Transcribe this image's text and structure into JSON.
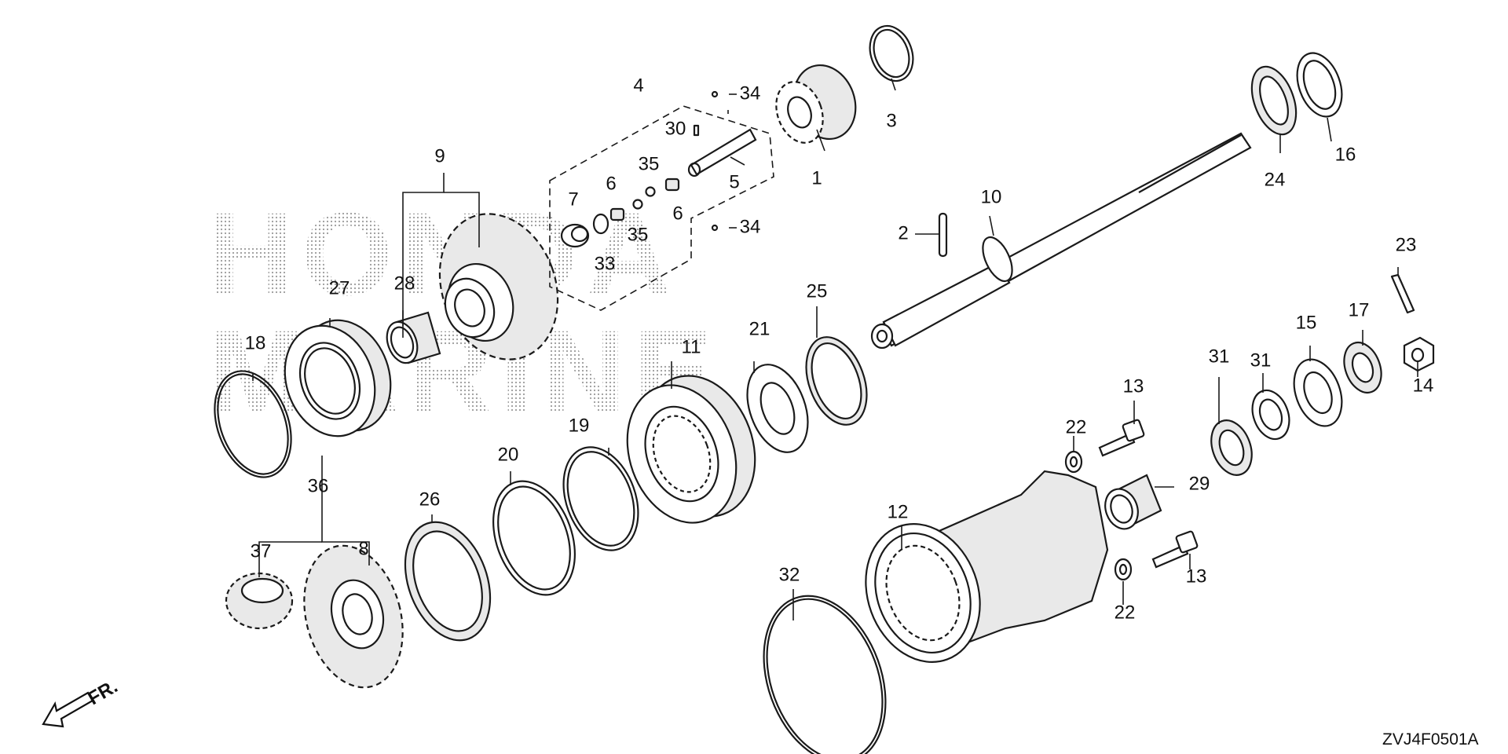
{
  "diagram": {
    "watermark": {
      "line1": "HONDA",
      "line2": "MARINE"
    },
    "front_indicator": {
      "label": "FR.",
      "icon": "arrow-front-icon"
    },
    "drawing_code": "ZVJ4F0501A",
    "callouts": [
      {
        "id": "c1",
        "label": "1"
      },
      {
        "id": "c2",
        "label": "2"
      },
      {
        "id": "c3",
        "label": "3"
      },
      {
        "id": "c4",
        "label": "4"
      },
      {
        "id": "c5",
        "label": "5"
      },
      {
        "id": "c6a",
        "label": "6"
      },
      {
        "id": "c6b",
        "label": "6"
      },
      {
        "id": "c7",
        "label": "7"
      },
      {
        "id": "c8",
        "label": "8"
      },
      {
        "id": "c9",
        "label": "9"
      },
      {
        "id": "c10",
        "label": "10"
      },
      {
        "id": "c11",
        "label": "11"
      },
      {
        "id": "c12",
        "label": "12"
      },
      {
        "id": "c13a",
        "label": "13"
      },
      {
        "id": "c13b",
        "label": "13"
      },
      {
        "id": "c14",
        "label": "14"
      },
      {
        "id": "c15",
        "label": "15"
      },
      {
        "id": "c16",
        "label": "16"
      },
      {
        "id": "c17",
        "label": "17"
      },
      {
        "id": "c18",
        "label": "18"
      },
      {
        "id": "c19",
        "label": "19"
      },
      {
        "id": "c20",
        "label": "20"
      },
      {
        "id": "c21",
        "label": "21"
      },
      {
        "id": "c22a",
        "label": "22"
      },
      {
        "id": "c22b",
        "label": "22"
      },
      {
        "id": "c23",
        "label": "23"
      },
      {
        "id": "c24",
        "label": "24"
      },
      {
        "id": "c25",
        "label": "25"
      },
      {
        "id": "c26",
        "label": "26"
      },
      {
        "id": "c27",
        "label": "27"
      },
      {
        "id": "c28",
        "label": "28"
      },
      {
        "id": "c29",
        "label": "29"
      },
      {
        "id": "c30",
        "label": "30"
      },
      {
        "id": "c31a",
        "label": "31"
      },
      {
        "id": "c31b",
        "label": "31"
      },
      {
        "id": "c32",
        "label": "32"
      },
      {
        "id": "c33",
        "label": "33"
      },
      {
        "id": "c34a",
        "label": "34"
      },
      {
        "id": "c34b",
        "label": "34"
      },
      {
        "id": "c35a",
        "label": "35"
      },
      {
        "id": "c35b",
        "label": "35"
      },
      {
        "id": "c36",
        "label": "36"
      },
      {
        "id": "c37",
        "label": "37"
      }
    ]
  }
}
